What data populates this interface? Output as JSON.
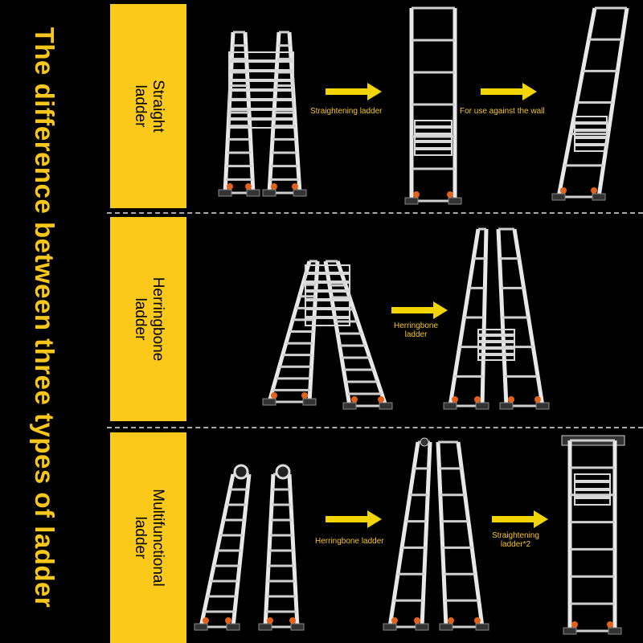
{
  "side_title": "The difference between three types of ladder",
  "sections": [
    {
      "panel_label": "Straight\nladder",
      "arrow_labels": [
        "Straightening ladder",
        "For use against the wall"
      ]
    },
    {
      "panel_label": "Herringbone\nladder",
      "arrow_labels": [
        "Herringbone\nladder"
      ]
    },
    {
      "panel_label": "Multifunctional\nladder",
      "arrow_labels": [
        "Herringbone ladder",
        "Straightening\nladder*2"
      ]
    }
  ],
  "colors": {
    "accent": "#fbc91a",
    "arrow": "#f2d400",
    "background": "#000000"
  },
  "icons": [
    "telescopic-ladder-icon",
    "arrow-right-icon"
  ]
}
